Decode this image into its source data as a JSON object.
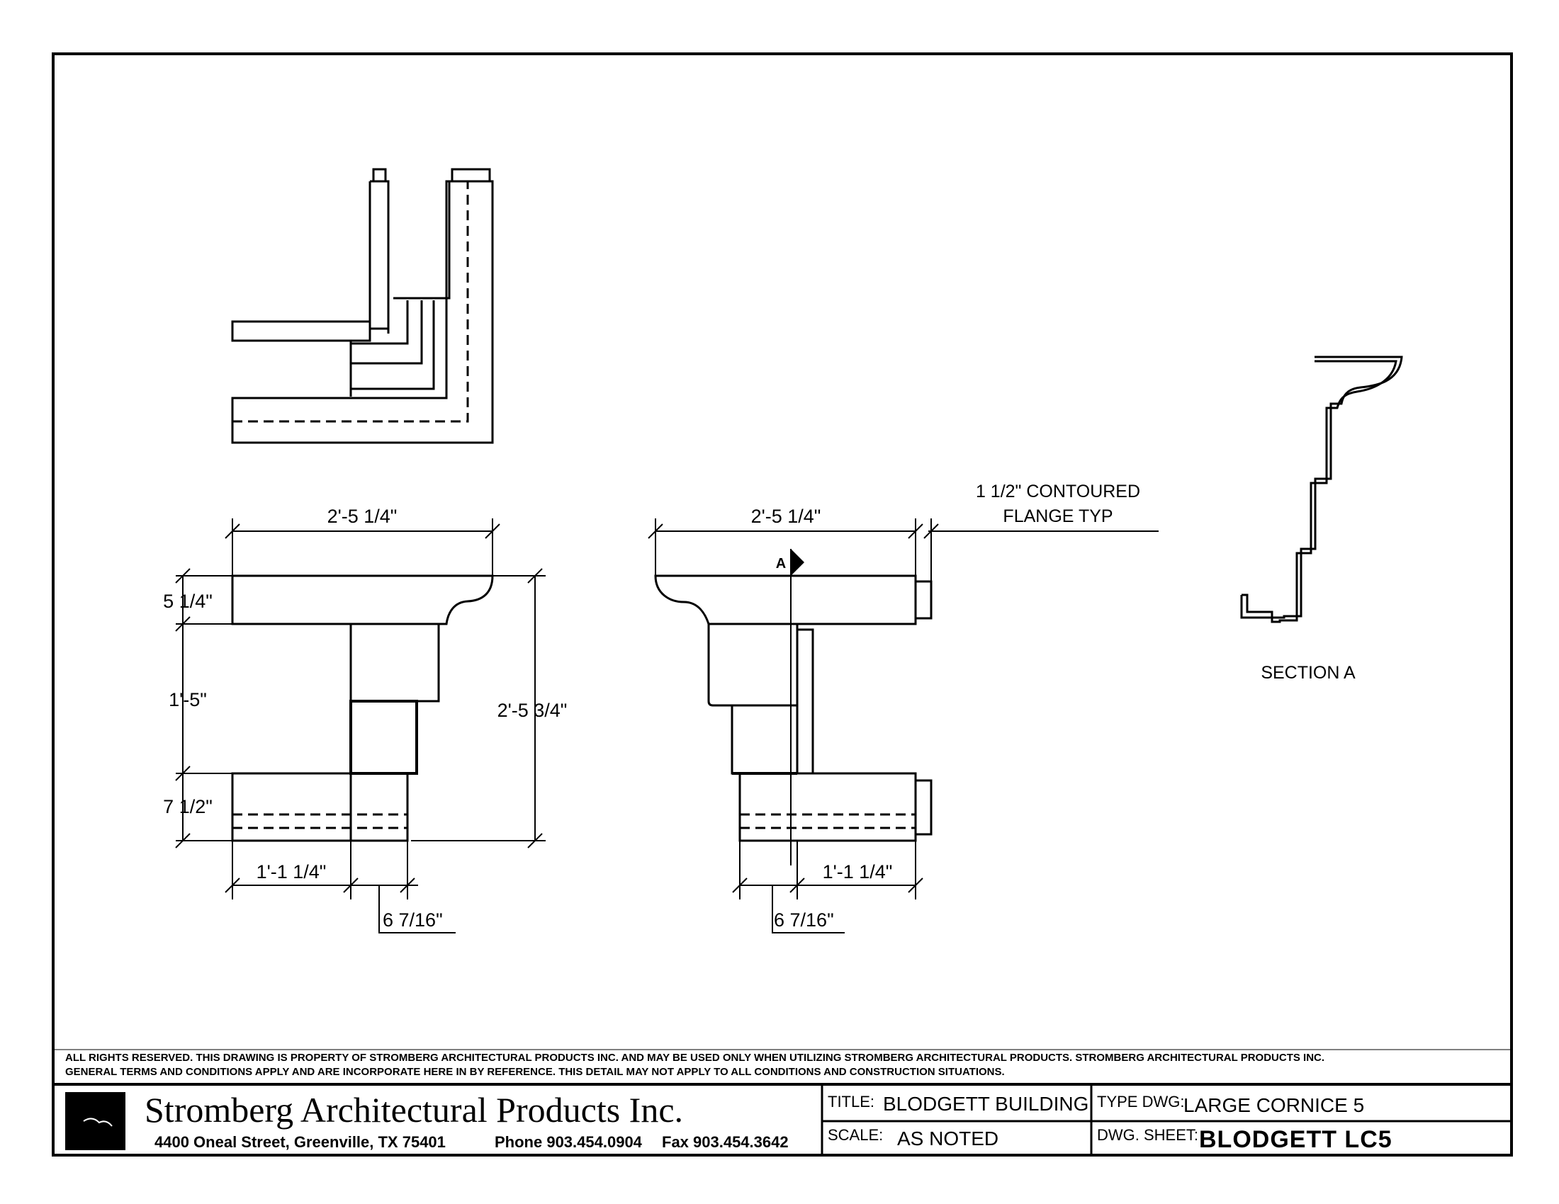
{
  "drawing": {
    "plan_view": {},
    "front_elevation": {
      "dim_overall_width": "2'-5 1/4\"",
      "dim_top_height": "5 1/4\"",
      "dim_middle_height": "1'-5\"",
      "dim_bottom_height": "7 1/2\"",
      "dim_overall_height": "2'-5 3/4\"",
      "dim_base_left": "1'-1 1/4\"",
      "dim_base_right": "6 7/16\""
    },
    "side_elevation": {
      "dim_overall_width": "2'-5 1/4\"",
      "section_marker": "A",
      "dim_base_right": "1'-1 1/4\"",
      "dim_base_left": "6 7/16\"",
      "flange_note_line1": "1 1/2\" CONTOURED",
      "flange_note_line2": "FLANGE TYP"
    },
    "section_a": {
      "label": "SECTION A"
    }
  },
  "disclaimer": {
    "line1": "ALL RIGHTS RESERVED. THIS DRAWING IS PROPERTY OF STROMBERG ARCHITECTURAL PRODUCTS INC. AND MAY BE USED ONLY WHEN UTILIZING STROMBERG ARCHITECTURAL PRODUCTS.  STROMBERG ARCHITECTURAL PRODUCTS INC.",
    "line2": "GENERAL TERMS AND CONDITIONS APPLY AND ARE INCORPORATE HERE IN BY REFERENCE.  THIS DETAIL MAY NOT APPLY TO ALL CONDITIONS AND CONSTRUCTION SITUATIONS."
  },
  "title_block": {
    "company": "Stromberg Architectural Products Inc.",
    "address": "4400 Oneal Street, Greenville, TX  75401",
    "phone": "Phone 903.454.0904",
    "fax": "Fax 903.454.3642",
    "title_label": "TITLE:",
    "title_value": "BLODGETT BUILDING",
    "type_label": "TYPE DWG:",
    "type_value": "LARGE CORNICE 5",
    "scale_label": "SCALE:",
    "scale_value": "AS NOTED",
    "sheet_label": "DWG. SHEET:",
    "sheet_value": "BLODGETT LC5"
  }
}
